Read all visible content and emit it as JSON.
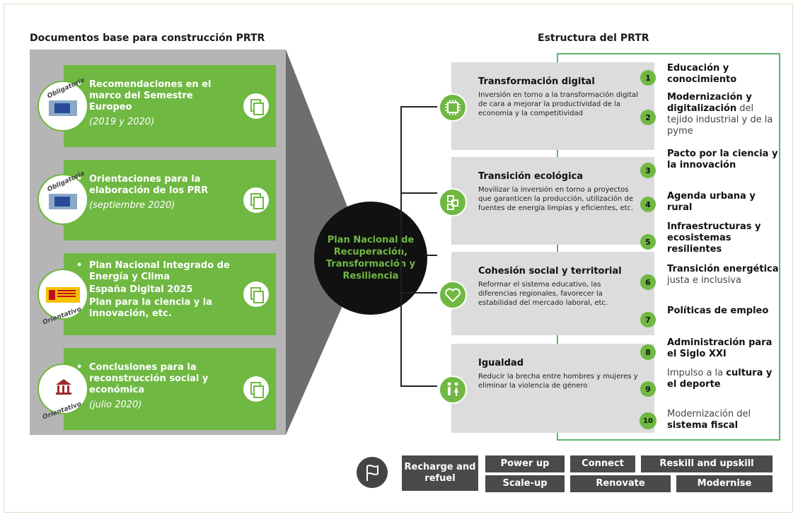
{
  "left_title": "Documentos base para construcción PRTR",
  "right_title": "Estructura del PRTR",
  "cards": [
    {
      "badge": "Obligatoria",
      "lines": [
        "Recomendaciones en el marco del Semestre Europeo"
      ],
      "date": "(2019 y 2020)"
    },
    {
      "badge": "Obligatoria",
      "lines": [
        "Orientaciones para la elaboración de los PRR"
      ],
      "date": "(septiembre 2020)"
    },
    {
      "badge": "Orientativo",
      "lines": [
        "Plan Nacional Integrado de Energía y Clima",
        "España Digital 2025",
        "Plan para la ciencia y la innovación,  etc."
      ],
      "date": ""
    },
    {
      "badge": "Orientativo",
      "lines": [
        "Conclusiones para la reconstrucción social y económica"
      ],
      "date": "(julio 2020)"
    }
  ],
  "center_label": "Plan Nacional de Recuperación, Transformación y Resiliencia",
  "axes": [
    {
      "title": "Transformación digital",
      "desc": "Inversión en torno a la transformación digital de cara a mejorar la productividad de la economía y la competitividad",
      "icon": "chip-icon"
    },
    {
      "title": "Transición ecológica",
      "desc": "Movilizar la inversión en torno a proyectos que garanticen la producción, utilización de fuentes de energía limpias y eficientes, etc.",
      "icon": "recycle-icon"
    },
    {
      "title": "Cohesión social y territorial",
      "desc": "Reformar el sistema educativo, las diferencias regionales, favorecer la estabilidad del mercado laboral, etc.",
      "icon": "heart-icon"
    },
    {
      "title": "Igualdad",
      "desc": "Reducir la brecha entre hombres y mujeres y eliminar la violencia de género",
      "icon": "people-icon"
    }
  ],
  "policies": [
    {
      "n": "1",
      "bold": "Educación y conocimiento",
      "rest": ""
    },
    {
      "n": "2",
      "bold": "Modernización y digitalización",
      "rest": " del tejido industrial y de la pyme"
    },
    {
      "n": "3",
      "bold": "Pacto por la ciencia y la innovación",
      "rest": ""
    },
    {
      "n": "4",
      "bold": "Agenda urbana y rural",
      "rest": ""
    },
    {
      "n": "5",
      "bold": "Infraestructuras y ecosistemas resilientes",
      "rest": ""
    },
    {
      "n": "6",
      "bold": "Transición energética",
      "rest": " justa e inclusiva"
    },
    {
      "n": "7",
      "bold": "Políticas de empleo",
      "rest": ""
    },
    {
      "n": "8",
      "bold": "Administración para el Siglo XXI",
      "rest": ""
    },
    {
      "n": "9",
      "pre": "Impulso a la ",
      "bold": "cultura y el deporte",
      "rest": ""
    },
    {
      "n": "10",
      "pre": "Modernización del ",
      "bold": "sistema fiscal",
      "rest": ""
    }
  ],
  "flagships": {
    "recharge": "Recharge and refuel",
    "power_up": "Power up",
    "connect": "Connect",
    "reskill": "Reskill and upskill",
    "scale_up": "Scale-up",
    "renovate": "Renovate",
    "modernise": "Modernise"
  },
  "colors": {
    "green": "#6fb842",
    "grey_panel": "#b5b5b5",
    "dark": "#111111",
    "frame_green": "#5bb66a"
  }
}
